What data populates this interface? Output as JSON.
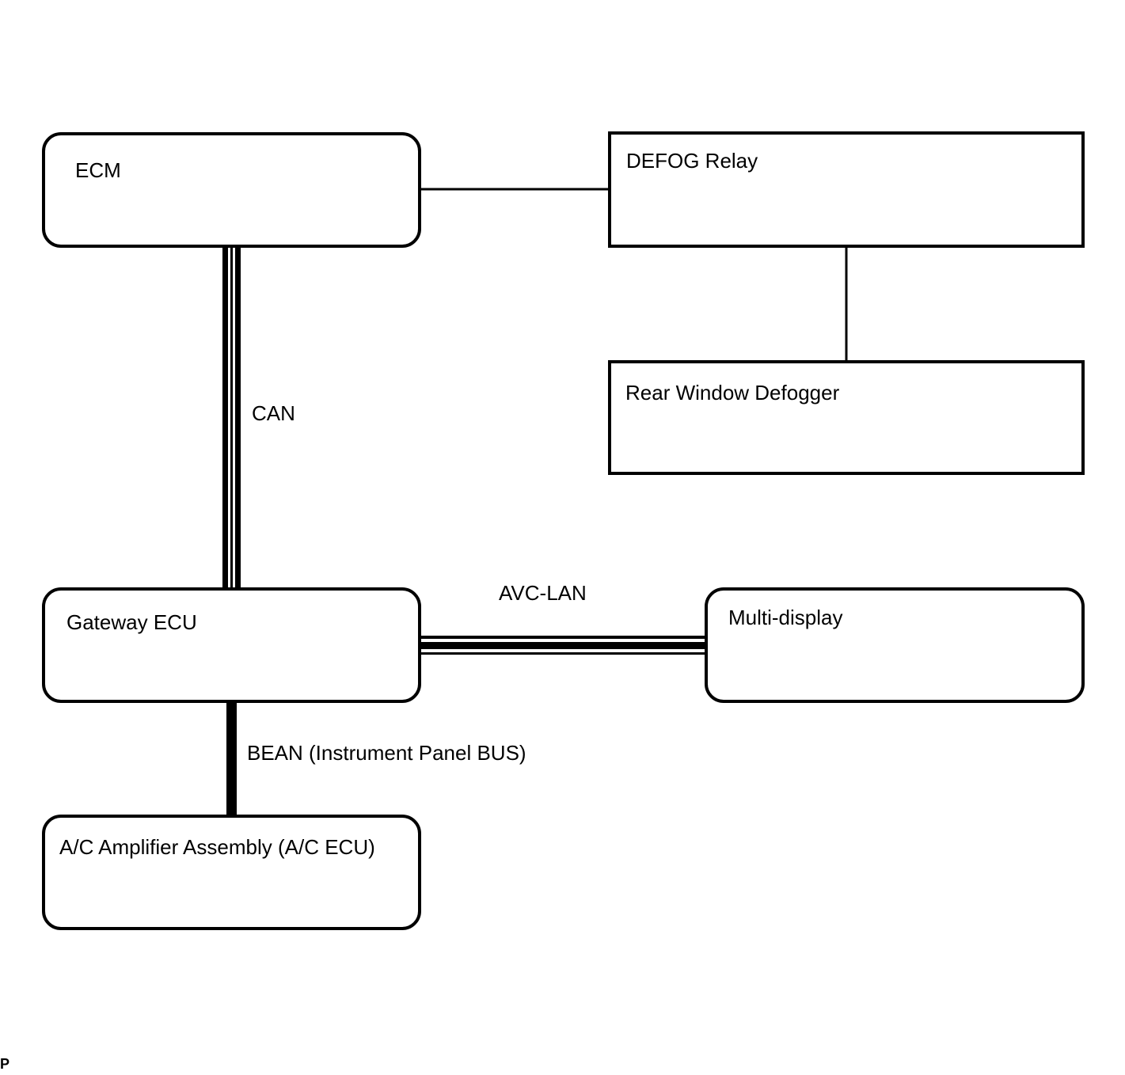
{
  "nodes": {
    "ecm": "ECM",
    "defog_relay": "DEFOG Relay",
    "rear_window_defogger": "Rear Window Defogger",
    "gateway_ecu": "Gateway ECU",
    "multi_display": "Multi-display",
    "ac_amplifier": "A/C Amplifier Assembly (A/C ECU)"
  },
  "buses": {
    "can": "CAN",
    "avc_lan": "AVC-LAN",
    "bean": "BEAN (Instrument Panel BUS)"
  },
  "footer": {
    "code": "P"
  }
}
